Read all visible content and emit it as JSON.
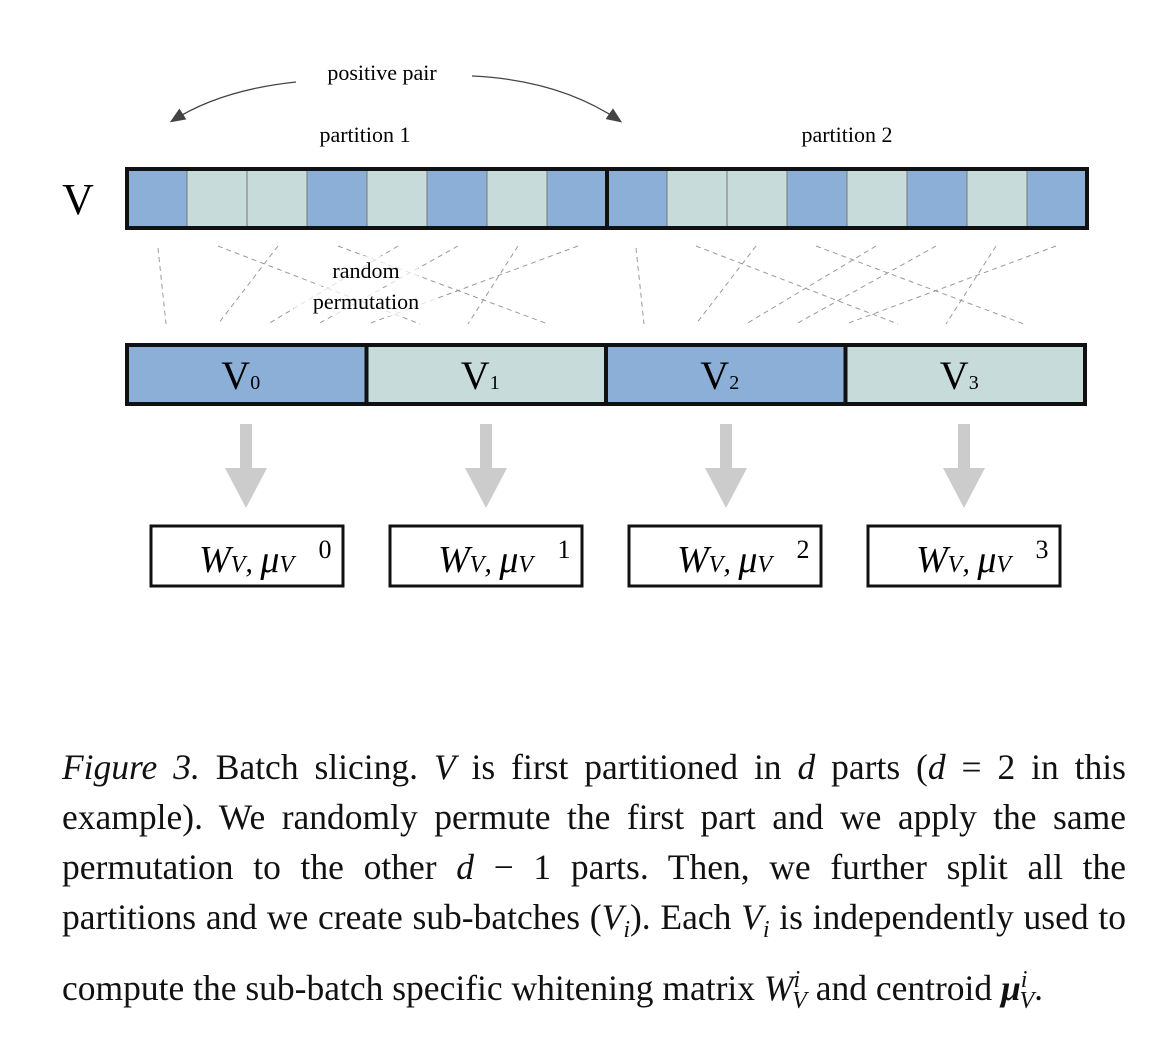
{
  "diagram": {
    "positive_pair_label": "positive pair",
    "partition_labels": [
      "partition 1",
      "partition 2"
    ],
    "batch_label": "V",
    "permutation_label": [
      "random",
      "permutation"
    ],
    "sample_colors": [
      "dark",
      "light",
      "light",
      "dark",
      "light",
      "dark",
      "light",
      "dark",
      "dark",
      "light",
      "light",
      "dark",
      "light",
      "dark",
      "light",
      "dark"
    ],
    "sub_batches": [
      {
        "name": "V",
        "index": "0",
        "color": "dark"
      },
      {
        "name": "V",
        "index": "1",
        "color": "light"
      },
      {
        "name": "V",
        "index": "2",
        "color": "dark"
      },
      {
        "name": "V",
        "index": "3",
        "color": "light"
      }
    ],
    "whitening_boxes": [
      {
        "text": "W",
        "sub1": "V",
        "sep": ", ",
        "mu": "μ",
        "sub2": "V",
        "index": "0"
      },
      {
        "text": "W",
        "sub1": "V",
        "sep": ", ",
        "mu": "μ",
        "sub2": "V",
        "index": "1"
      },
      {
        "text": "W",
        "sub1": "V",
        "sep": ", ",
        "mu": "μ",
        "sub2": "V",
        "index": "2"
      },
      {
        "text": "W",
        "sub1": "V",
        "sep": ", ",
        "mu": "μ",
        "sub2": "V",
        "index": "3"
      }
    ],
    "colors": {
      "dark": "#8bafd7",
      "light": "#c8dbdb",
      "arrow": "#cccccc",
      "line": "#111111"
    }
  },
  "caption": {
    "figure_label": "Figure 3.",
    "text_1": " Batch slicing. ",
    "var_V": "V",
    "text_2": " is first partitioned in ",
    "var_d": "d",
    "text_3": " parts (",
    "var_d2": "d",
    "text_4": " = 2 in this example). We randomly permute the first part and we apply the same permutation to the other ",
    "var_d3": "d",
    "text_5": " − 1 parts. Then, we further split all the partitions and we create sub-batches (",
    "var_Vi": "V",
    "sub_i": "i",
    "text_6": "). Each ",
    "var_Vi2": "V",
    "sub_i2": "i",
    "text_7": " is independently used to compute the sub-batch specific whitening matrix ",
    "var_W": "W",
    "sup_W": "i",
    "sub_W": "V",
    "text_8": " and centroid ",
    "var_mu": "μ",
    "sup_mu": "i",
    "sub_mu": "V",
    "text_9": "."
  }
}
